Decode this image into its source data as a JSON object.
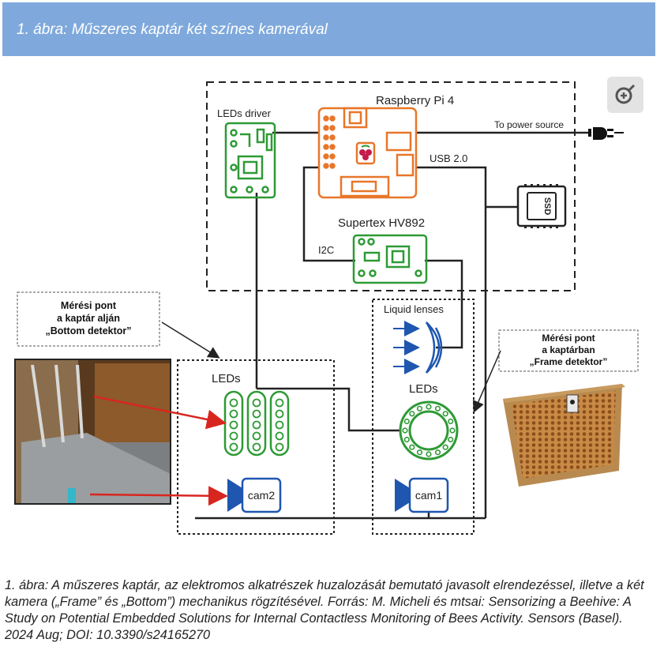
{
  "header": {
    "title": "1. ábra: Műszeres kaptár két színes kamerával"
  },
  "figure": {
    "labels": {
      "raspberry": "Raspberry Pi 4",
      "leds_driver": "LEDs driver",
      "power": "To power source",
      "usb": "USB 2.0",
      "supertex": "Supertex HV892",
      "i2c": "I2C",
      "ssd": "SSD",
      "liquid_lenses": "Liquid lenses",
      "leds_left": "LEDs",
      "leds_right": "LEDs",
      "cam2": "cam2",
      "cam1": "cam1"
    },
    "callouts": {
      "bottom": {
        "line1": "Mérési pont",
        "line2": "a kaptár alján",
        "line3": "„Bottom detektor”"
      },
      "frame": {
        "line1": "Mérési pont",
        "line2": "a kaptárban",
        "line3": "„Frame detektor”"
      }
    },
    "colors": {
      "green": "#2e9a35",
      "orange": "#e8762a",
      "blue": "#1f56b0",
      "header": "#7fa9dc"
    }
  },
  "caption": {
    "text": "1. ábra: A műszeres kaptár, az elektromos alkatrészek huzalozását bemutató javasolt elrendezéssel, illetve a két kamera („Frame” és „Bottom”) mechanikus rögzítésével. Forrás: M. Micheli és mtsai: Sensorizing a Beehive: A Study on Potential Embedded Solutions for Internal Contactless Monitoring of Bees Activity. Sensors (Basel). 2024 Aug; DOI: 10.3390/s24165270"
  }
}
